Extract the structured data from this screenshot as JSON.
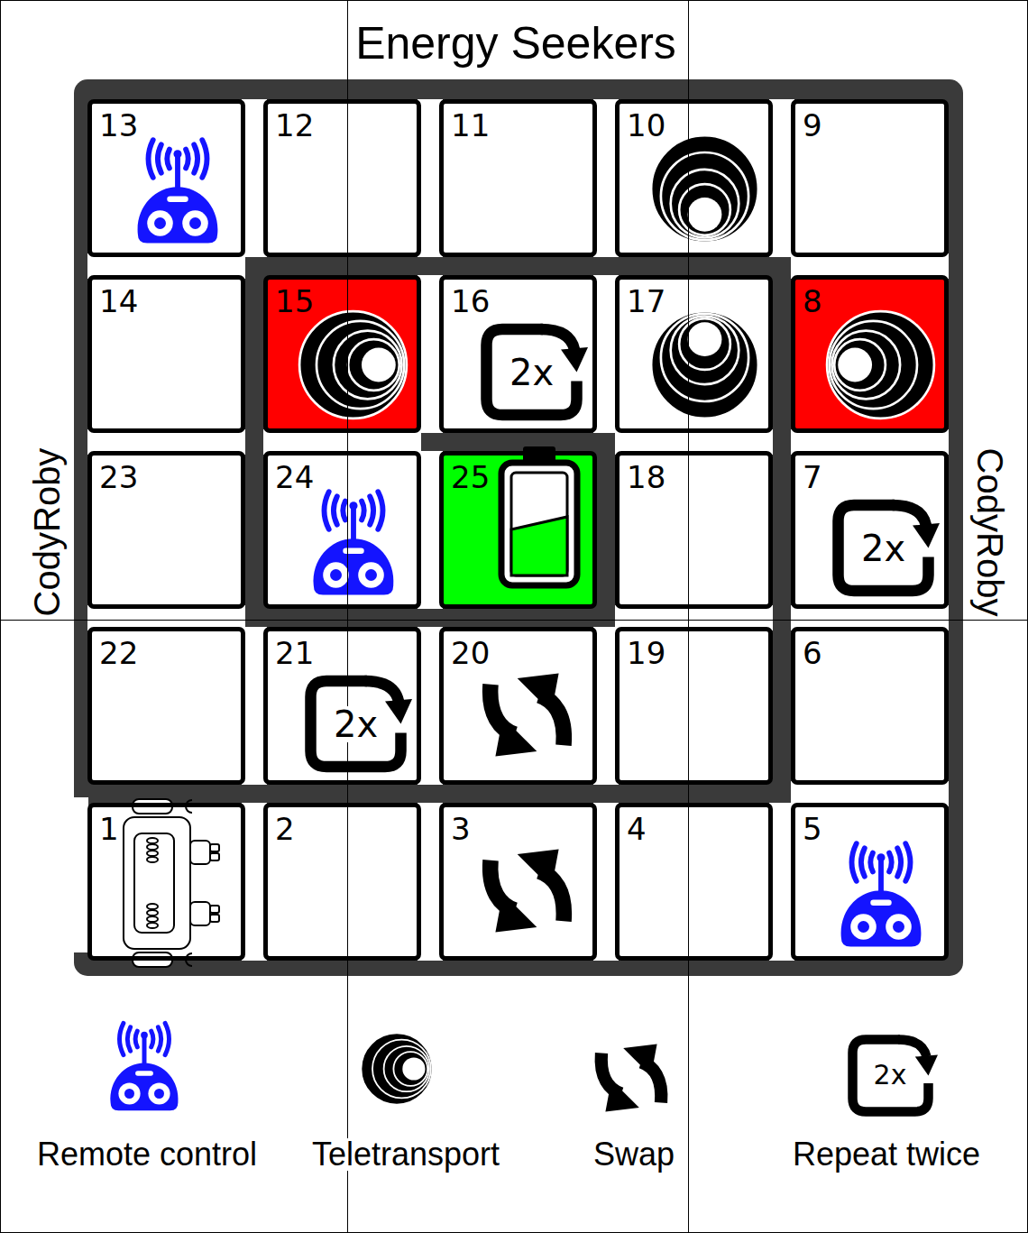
{
  "diagram": {
    "title": "Energy Seekers",
    "nodes": [
      {
        "text": [
          "13"
        ]
      },
      {
        "text": [
          "12"
        ]
      },
      {
        "text": [
          "11"
        ]
      },
      {
        "text": [
          "10"
        ]
      },
      {
        "text": [
          "9"
        ]
      },
      {
        "text": [
          "14"
        ]
      },
      {
        "text": [
          "15"
        ]
      },
      {
        "text": [
          "16",
          "2x"
        ]
      },
      {
        "text": [
          "17"
        ]
      },
      {
        "text": [
          "8"
        ]
      },
      {
        "text": [
          "23"
        ]
      },
      {
        "text": [
          "24"
        ]
      },
      {
        "text": [
          "25"
        ]
      },
      {
        "text": [
          "18"
        ]
      },
      {
        "text": [
          "7",
          "2x"
        ]
      },
      {
        "text": [
          "22"
        ]
      },
      {
        "text": [
          "21",
          "2x"
        ]
      },
      {
        "text": [
          "20"
        ]
      },
      {
        "text": [
          "19"
        ]
      },
      {
        "text": [
          "6"
        ]
      },
      {
        "text": [
          "1"
        ]
      },
      {
        "text": [
          "2"
        ]
      },
      {
        "text": [
          "3"
        ]
      },
      {
        "text": [
          "4"
        ]
      },
      {
        "text": [
          "5"
        ]
      }
    ],
    "labels": [
      "CodyRoby",
      "CodyRoby",
      "2x"
    ],
    "legend": [
      {
        "text": "Remote control"
      },
      {
        "text": "Teletransport"
      },
      {
        "text": "Swap"
      },
      {
        "text": "Repeat twice"
      }
    ]
  }
}
